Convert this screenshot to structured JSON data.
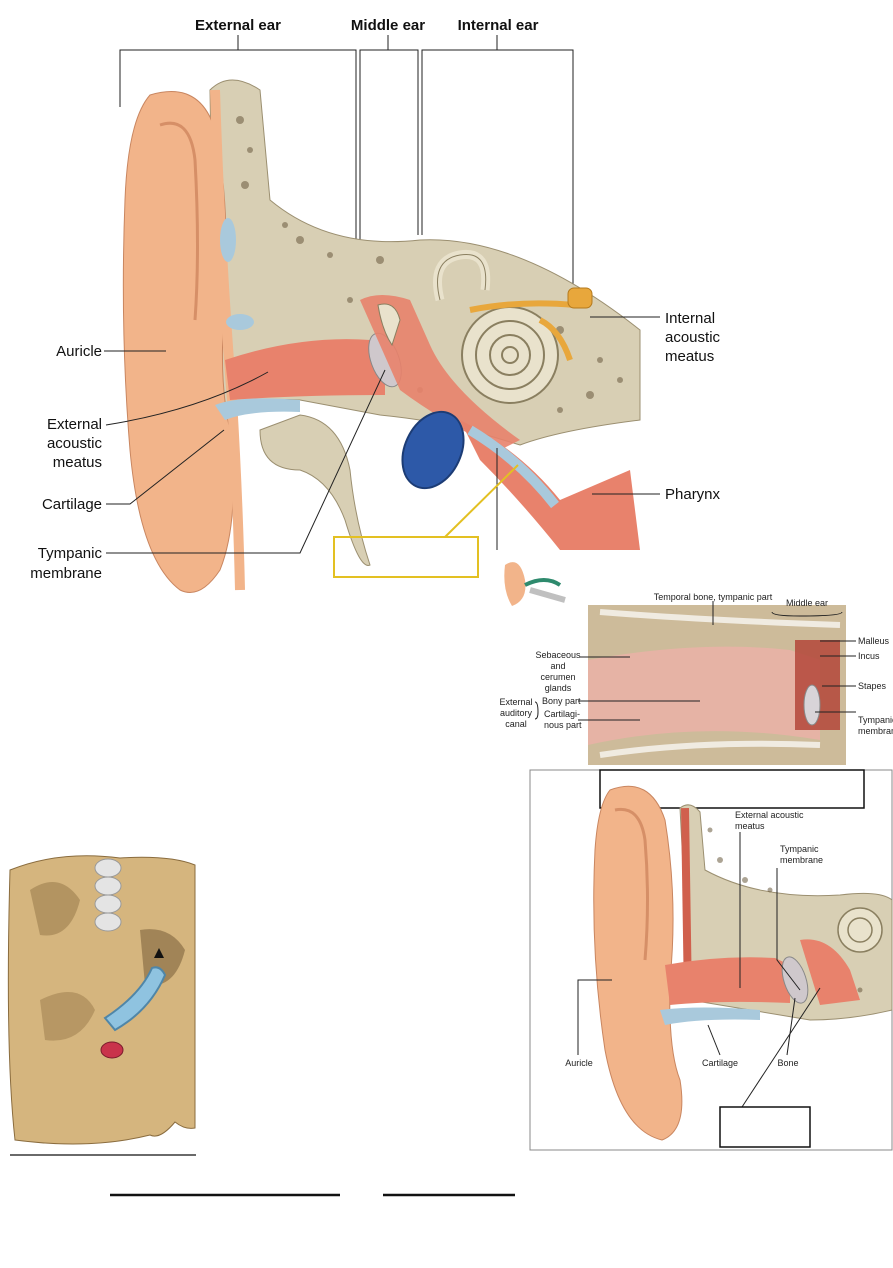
{
  "main_diagram": {
    "headers": [
      "External ear",
      "Middle ear",
      "Internal ear"
    ],
    "labels": {
      "auricle": "Auricle",
      "eam_1": "External",
      "eam_2": "acoustic",
      "eam_3": "meatus",
      "cartilage": "Cartilage",
      "tm_1": "Tympanic",
      "tm_2": "membrane",
      "iam_1": "Internal",
      "iam_2": "acoustic",
      "iam_3": "meatus",
      "pharynx": "Pharynx"
    }
  },
  "canal_diagram": {
    "labels": {
      "temporal": "Temporal bone, tympanic part",
      "middle_ear": "Middle ear",
      "seb_1": "Sebaceous",
      "seb_2": "and",
      "seb_3": "cerumen",
      "seb_4": "glands",
      "ext_1": "External",
      "ext_2": "auditory",
      "ext_3": "canal",
      "bony": "Bony part",
      "cart_1": "Cartilagi-",
      "cart_2": "nous part",
      "malleus": "Malleus",
      "incus": "Incus",
      "stapes": "Stapes",
      "tymp_1": "Tympanic",
      "tymp_2": "membrane"
    }
  },
  "small_diagram": {
    "labels": {
      "eam_1": "External acoustic",
      "eam_2": "meatus",
      "tm_1": "Tympanic",
      "tm_2": "membrane",
      "auricle": "Auricle",
      "cartilage": "Cartilage",
      "bone": "Bone"
    }
  },
  "colors": {
    "skin": "#f2b48a",
    "bone": "#d8cfb4",
    "cartilage": "#a9c9dc",
    "canal": "#e8826c",
    "tube": "#2d59a8",
    "nerve": "#e8a73c",
    "highlight": "#e3c022"
  }
}
